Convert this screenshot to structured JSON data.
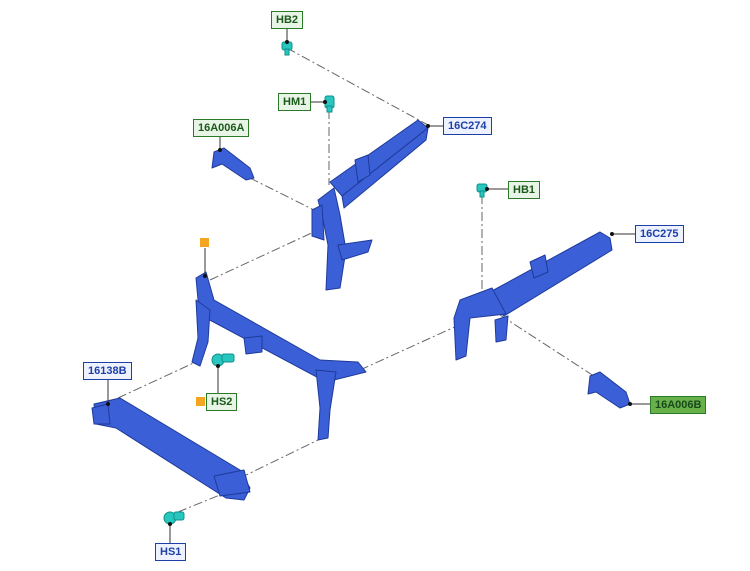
{
  "diagram": {
    "callouts": [
      {
        "id": "HB2",
        "text": "HB2",
        "style": "green"
      },
      {
        "id": "HM1",
        "text": "HM1",
        "style": "green"
      },
      {
        "id": "16A006A",
        "text": "16A006A",
        "style": "green"
      },
      {
        "id": "16C274",
        "text": "16C274",
        "style": "blue"
      },
      {
        "id": "HB1",
        "text": "HB1",
        "style": "green"
      },
      {
        "id": "16C275",
        "text": "16C275",
        "style": "blue"
      },
      {
        "id": "16138B",
        "text": "16138B",
        "style": "blue"
      },
      {
        "id": "HS2",
        "text": "HS2",
        "style": "green"
      },
      {
        "id": "16A006B",
        "text": "16A006B",
        "style": "green-solid"
      },
      {
        "id": "HS1",
        "text": "HS1",
        "style": "blue"
      }
    ],
    "colors": {
      "part_fill": "#3b5fd6",
      "part_stroke": "#1f3a9a",
      "fastener": "#27c7c0",
      "leader": "#555555",
      "marker": "#f4a623"
    }
  }
}
